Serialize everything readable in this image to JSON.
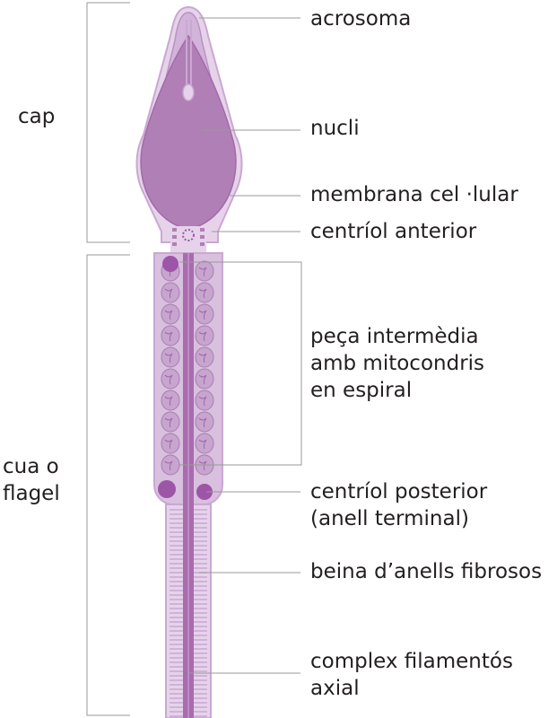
{
  "labels": {
    "acrosoma": "acrosoma",
    "nucli": "nucli",
    "membrana": "membrana cel ·lular",
    "centriol_anterior": "centríol anterior",
    "peca_line1": "peça intermèdia",
    "peca_line2": "amb mitocondris",
    "peca_line3": "en espiral",
    "centriol_posterior_line1": "centríol posterior",
    "centriol_posterior_line2": "(anell terminal)",
    "beina": "beina d’anells fibrosos",
    "complex_line1": "complex filamentós",
    "complex_line2": "axial",
    "cap": "cap",
    "cua_line1": "cua o",
    "cua_line2": "flagel"
  },
  "colors": {
    "outer": "#e6d3ea",
    "outer_stroke": "#c9a8d2",
    "nucleus": "#b07fb6",
    "nucleus_dark": "#a26aa9",
    "midpiece": "#d8c0de",
    "axial": "#a86cae",
    "centriole": "#9d55a8",
    "line": "#9a9a9a",
    "text": "#231f20"
  }
}
